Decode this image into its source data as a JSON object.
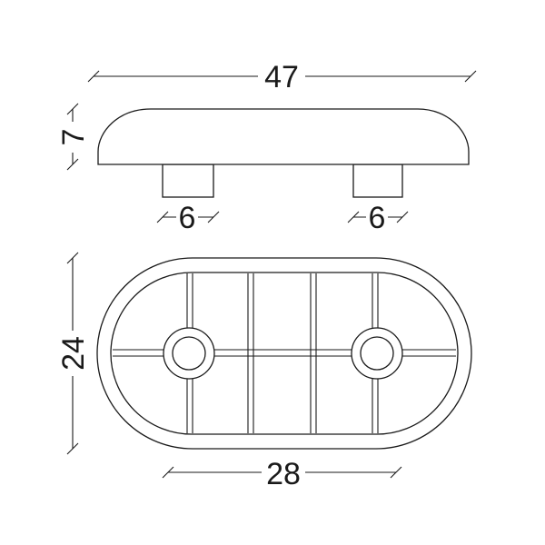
{
  "dimensions": {
    "overall_length": "47",
    "height": "7",
    "left_leg_width": "6",
    "right_leg_width": "6",
    "width": "24",
    "leg_spacing": "28"
  }
}
